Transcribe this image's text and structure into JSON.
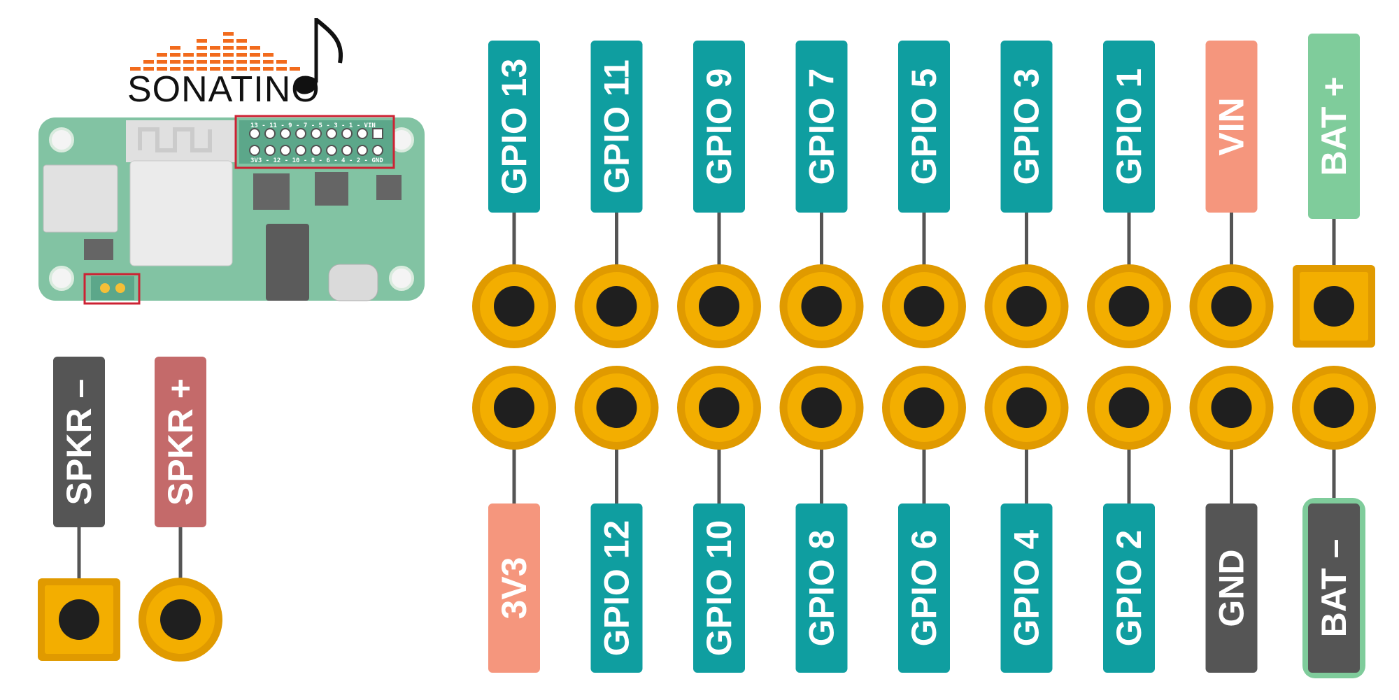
{
  "brand": {
    "name": "SONATINO"
  },
  "board": {
    "header_silkscreen_top": "13 - 11 - 9 - 7 - 5 - 3 - 1 - VIN",
    "header_silkscreen_bottom": "3V3 - 12 - 10 - 8 - 6 - 4 - 2 - GND"
  },
  "colors": {
    "gpio": "#0f9ea0",
    "power_3v3_vin": "#f5967d",
    "gnd": "#555555",
    "bat_plus": "#7fcc9b",
    "bat_minus_fill": "#555555",
    "bat_minus_border": "#7fcc9b",
    "spkr_minus": "#555555",
    "spkr_plus": "#c46a6a",
    "pad_outer": "#e09a00",
    "pad_inner": "#f3ae00",
    "pad_hole": "#1f1f1f",
    "highlight_box": "#cc2233"
  },
  "header_top": [
    {
      "label": "GPIO 13",
      "role": "gpio"
    },
    {
      "label": "GPIO 11",
      "role": "gpio"
    },
    {
      "label": "GPIO 9",
      "role": "gpio"
    },
    {
      "label": "GPIO 7",
      "role": "gpio"
    },
    {
      "label": "GPIO 5",
      "role": "gpio"
    },
    {
      "label": "GPIO 3",
      "role": "gpio"
    },
    {
      "label": "GPIO 1",
      "role": "gpio"
    },
    {
      "label": "VIN",
      "role": "power"
    },
    {
      "label": "BAT +",
      "role": "bat_plus"
    }
  ],
  "header_bottom": [
    {
      "label": "3V3",
      "role": "power"
    },
    {
      "label": "GPIO 12",
      "role": "gpio"
    },
    {
      "label": "GPIO 10",
      "role": "gpio"
    },
    {
      "label": "GPIO 8",
      "role": "gpio"
    },
    {
      "label": "GPIO 6",
      "role": "gpio"
    },
    {
      "label": "GPIO 4",
      "role": "gpio"
    },
    {
      "label": "GPIO 2",
      "role": "gpio"
    },
    {
      "label": "GND",
      "role": "gnd"
    },
    {
      "label": "BAT –",
      "role": "bat_minus"
    }
  ],
  "speaker": [
    {
      "label": "SPKR –",
      "role": "spkr_minus"
    },
    {
      "label": "SPKR +",
      "role": "spkr_plus"
    }
  ]
}
